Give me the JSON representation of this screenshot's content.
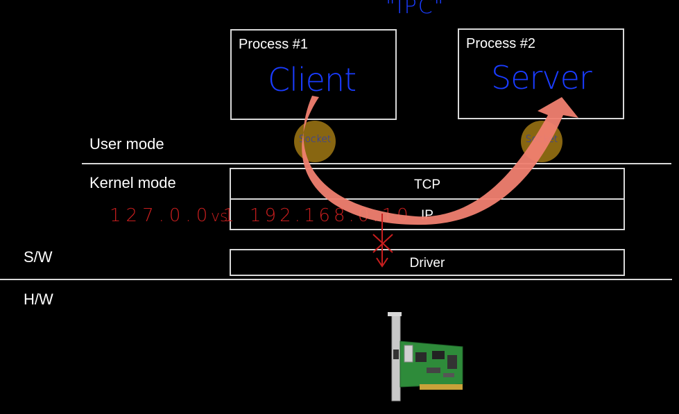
{
  "ipc_label": "\"IPC\"",
  "processes": [
    {
      "title": "Process #1",
      "role": "Client"
    },
    {
      "title": "Process #2",
      "role": "Server"
    }
  ],
  "socket_label": "Socket",
  "modes": {
    "user": "User mode",
    "kernel": "Kernel mode"
  },
  "stack": {
    "tcp": "TCP",
    "ip": "IP",
    "driver": "Driver"
  },
  "divisions": {
    "sw": "S/W",
    "hw": "H/W"
  },
  "addresses": {
    "loopback": "127.0.0.1",
    "versus": "vs.",
    "lan": "192.168.0.10"
  },
  "icons": {
    "nic": "network-card-icon"
  },
  "colors": {
    "background": "#000000",
    "ink_blue": "#1a3cff",
    "ink_red": "#c81e1e",
    "arrow": "#f08070",
    "socket": "#a07814",
    "line": "#d9d9d9"
  }
}
